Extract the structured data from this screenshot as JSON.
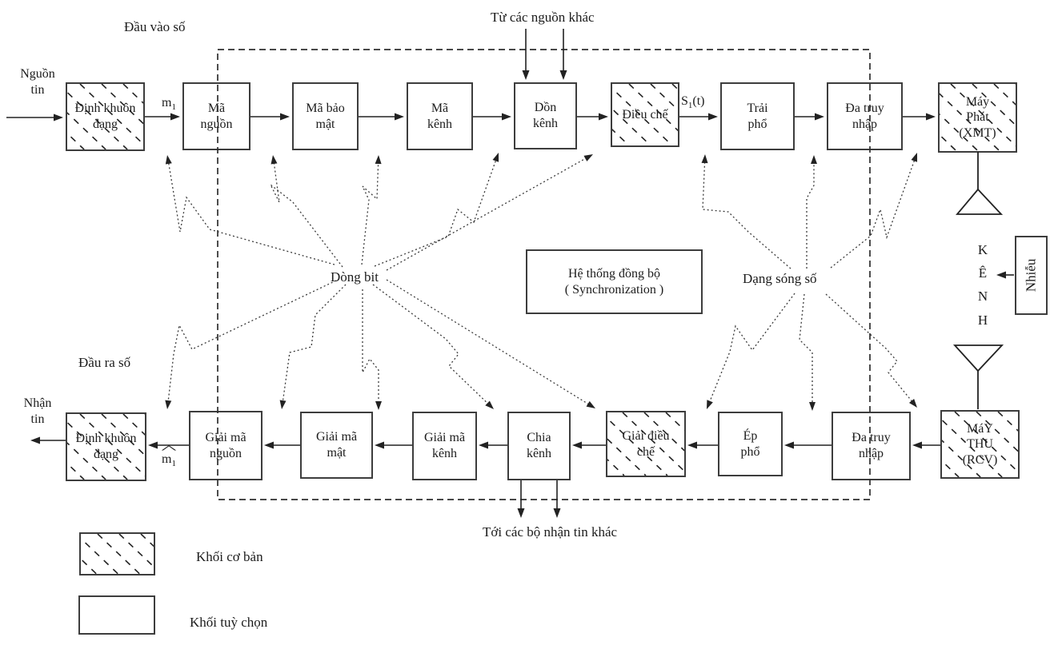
{
  "labels": {
    "nguon_tin": "Nguồn\ntin",
    "dau_vao_so": "Đầu vào số",
    "tu_cac_nguon_khac": "Từ các nguồn khác",
    "m1": {
      "base": "m",
      "sub": "1"
    },
    "s1t": {
      "base": "S",
      "sub": "1",
      "rest": "(t)"
    },
    "dong_bit": "Dòng bit",
    "dang_song_so": "Dạng sóng số",
    "kenh": "K\nÊ\nN\nH",
    "dau_ra_so": "Đầu ra số",
    "nhan_tin": "Nhận\ntin",
    "m1_hat": {
      "hat": "^",
      "base": "m",
      "sub": "1"
    },
    "toi_cac_bo_nhan_tin_khac": "Tới các bộ nhận tin khác"
  },
  "blocks": {
    "top": [
      {
        "label": "Định khuôn\ndạng",
        "type": "basic"
      },
      {
        "label": "Mã\nnguồn",
        "type": "optional"
      },
      {
        "label": "Mã bảo\nmật",
        "type": "optional"
      },
      {
        "label": "Mã\nkênh",
        "type": "optional"
      },
      {
        "label": "Dồn\nkênh",
        "type": "optional"
      },
      {
        "label": "Điều chế",
        "type": "basic"
      },
      {
        "label": "Trải\nphổ",
        "type": "optional"
      },
      {
        "label": "Đa truy\nnhập",
        "type": "optional"
      },
      {
        "label": "Máy\nPhát\n(XMT)",
        "type": "basic"
      }
    ],
    "bottom": [
      {
        "label": "Định khuôn\ndạng",
        "type": "basic"
      },
      {
        "label": "Giải mã\nnguồn",
        "type": "optional"
      },
      {
        "label": "Giải mã\nmật",
        "type": "optional"
      },
      {
        "label": "Giải mã\nkênh",
        "type": "optional"
      },
      {
        "label": "Chia\nkênh",
        "type": "optional"
      },
      {
        "label": "Giải điều\nchế",
        "type": "basic"
      },
      {
        "label": "Ép\nphổ",
        "type": "optional"
      },
      {
        "label": "Đa truy\nnhập",
        "type": "optional"
      },
      {
        "label": "MáY\nTHU\n(RCV)",
        "type": "basic"
      }
    ],
    "sync": "Hệ thống đồng bộ\n( Synchronization )",
    "nhieu": "Nhiễu"
  },
  "legend": {
    "basic": "Khối cơ bản",
    "optional": "Khối tuỳ chọn"
  }
}
